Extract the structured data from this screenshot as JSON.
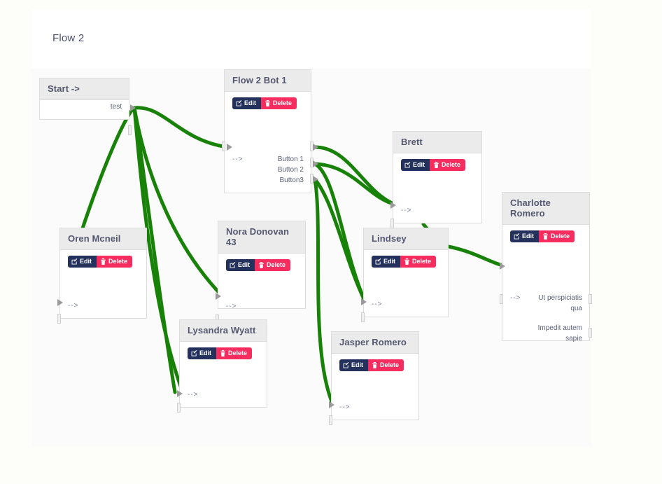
{
  "header": {
    "title": "Flow 2"
  },
  "buttons": {
    "edit_label": "Edit",
    "delete_label": "Delete",
    "edit_icon": "pencil-square-icon",
    "delete_icon": "trash-icon"
  },
  "colors": {
    "edge": "#188208",
    "edit_button": "#23315c",
    "delete_button": "#f72d5f",
    "node_header": "#ebebeb",
    "node_border": "#dcdcdc",
    "title_text": "#4b4e6d",
    "canvas": "#fbfbfb",
    "page_background": "#fdfdfa"
  },
  "nodes": [
    {
      "id": "start",
      "title": "Start ->",
      "has_buttons": false,
      "inputs": [],
      "outputs": [
        "test"
      ]
    },
    {
      "id": "flow2bot1",
      "title": "Flow 2 Bot 1",
      "has_buttons": true,
      "inputs": [
        "-->"
      ],
      "outputs": [
        "Button 1",
        "Button 2",
        "Button3"
      ]
    },
    {
      "id": "oren",
      "title": "Oren Mcneil",
      "has_buttons": true,
      "inputs": [
        "-->"
      ],
      "outputs": []
    },
    {
      "id": "nora",
      "title": "Nora Donovan 43",
      "has_buttons": true,
      "inputs": [
        "-->"
      ],
      "outputs": []
    },
    {
      "id": "lysandra",
      "title": "Lysandra Wyatt",
      "has_buttons": true,
      "inputs": [
        "-->"
      ],
      "outputs": []
    },
    {
      "id": "jasper",
      "title": "Jasper Romero",
      "has_buttons": true,
      "inputs": [
        "-->"
      ],
      "outputs": []
    },
    {
      "id": "lindsey",
      "title": "Lindsey",
      "has_buttons": true,
      "inputs": [
        "-->"
      ],
      "outputs": []
    },
    {
      "id": "brett",
      "title": "Brett",
      "has_buttons": true,
      "inputs": [
        "-->"
      ],
      "outputs": []
    },
    {
      "id": "charlotte",
      "title": "Charlotte Romero",
      "has_buttons": true,
      "inputs": [
        "-->"
      ],
      "outputs": [
        "Ut perspiciatis qua",
        "Impedit autem sapie"
      ]
    }
  ]
}
